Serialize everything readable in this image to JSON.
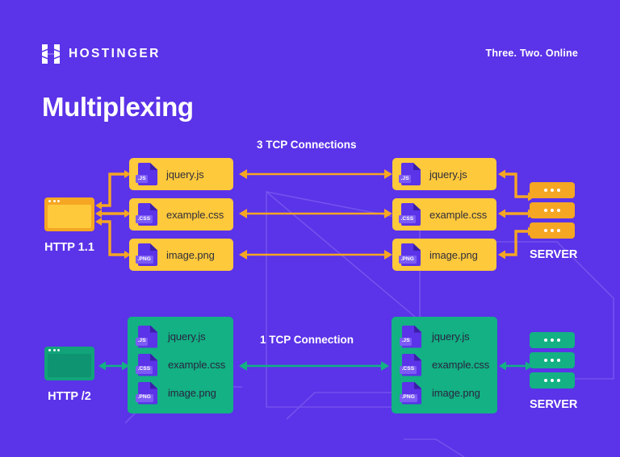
{
  "brand": {
    "logo_icon": "hostinger-h-logo",
    "name": "HOSTINGER",
    "tagline": "Three. Two. Online"
  },
  "page": {
    "title": "Multiplexing",
    "background_color": "#5B33E8"
  },
  "colors": {
    "background": "#5B33E8",
    "yellow": "#FFC93C",
    "orange": "#F5A623",
    "green": "#13B183",
    "green_dark": "#12A37A",
    "file_purple": "#5B33E8",
    "file_badge": "#7C5CF5",
    "text_dark": "#2E2E3A",
    "white": "#FFFFFF"
  },
  "diagrams": [
    {
      "id": "http11",
      "client_label": "HTTP 1.1",
      "client_icon": "browser-window-icon",
      "connection_label": "3 TCP Connections",
      "server_label": "SERVER",
      "server_icon": "server-stack-icon",
      "accent": "#F5A623",
      "files": [
        {
          "ext": ".JS",
          "name": "jquery.js",
          "icon": "file-js-icon"
        },
        {
          "ext": ".CSS",
          "name": "example.css",
          "icon": "file-css-icon"
        },
        {
          "ext": ".PNG",
          "name": "image.png",
          "icon": "file-png-icon"
        }
      ]
    },
    {
      "id": "http2",
      "client_label": "HTTP /2",
      "client_icon": "browser-window-icon",
      "connection_label": "1 TCP Connection",
      "server_label": "SERVER",
      "server_icon": "server-stack-icon",
      "accent": "#13B183",
      "files": [
        {
          "ext": ".JS",
          "name": "jquery.js",
          "icon": "file-js-icon"
        },
        {
          "ext": ".CSS",
          "name": "example.css",
          "icon": "file-css-icon"
        },
        {
          "ext": ".PNG",
          "name": "image.png",
          "icon": "file-png-icon"
        }
      ]
    }
  ]
}
